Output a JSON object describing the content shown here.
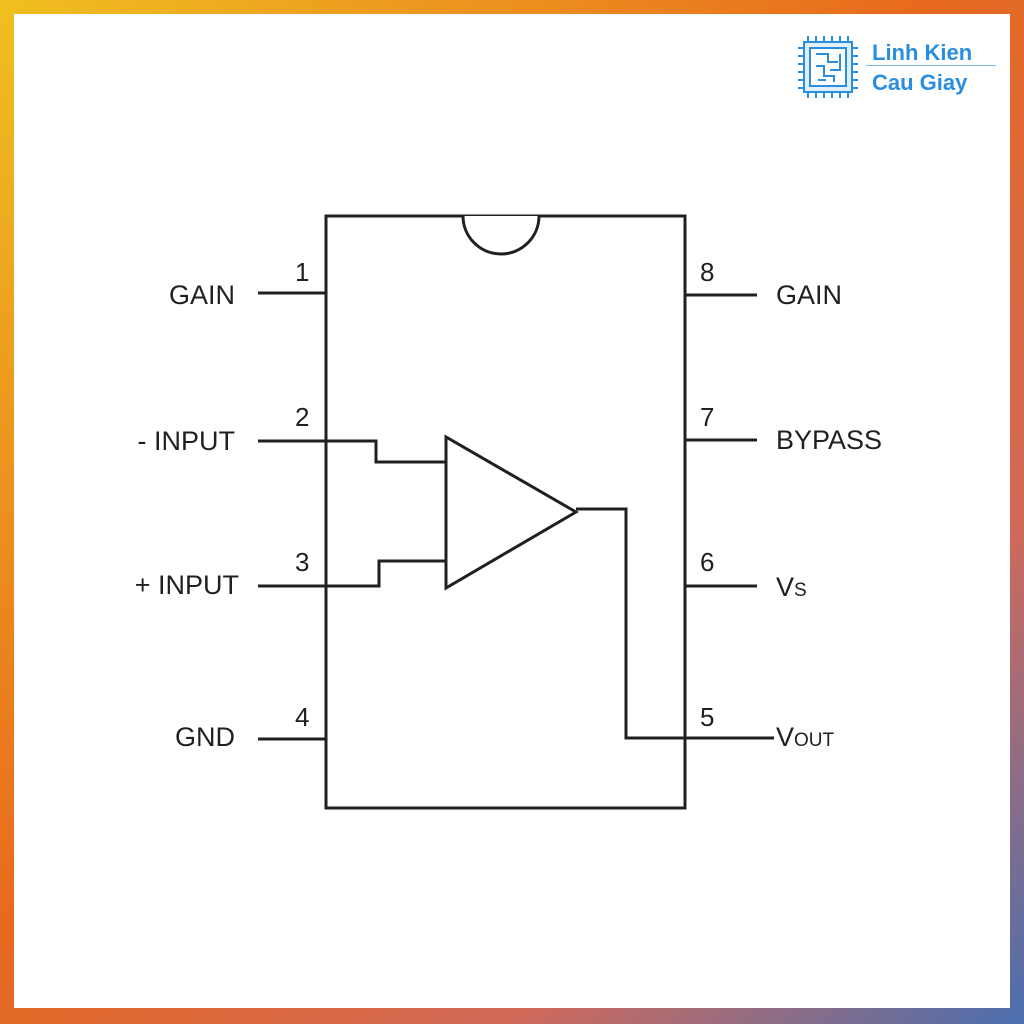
{
  "colors": {
    "frame_gradient_start": "#f0c020",
    "frame_gradient_mid": "#e86a1e",
    "frame_gradient_end": "#4a6fb0",
    "ink": "#231f20",
    "brand": "#2a8ee0"
  },
  "brand": {
    "icon": "circuit-chip-icon",
    "line1": "Linh Kien",
    "line2": "Cau Giay"
  },
  "pins": {
    "p1": {
      "number": "1",
      "label": "GAIN"
    },
    "p2": {
      "number": "2",
      "label": "- INPUT"
    },
    "p3": {
      "number": "3",
      "label": "+ INPUT"
    },
    "p4": {
      "number": "4",
      "label": "GND"
    },
    "p5": {
      "number": "5",
      "label_main": "V",
      "label_sub": "OUT"
    },
    "p6": {
      "number": "6",
      "label_main": "V",
      "label_sub": "S"
    },
    "p7": {
      "number": "7",
      "label": "BYPASS"
    },
    "p8": {
      "number": "8",
      "label": "GAIN"
    }
  }
}
